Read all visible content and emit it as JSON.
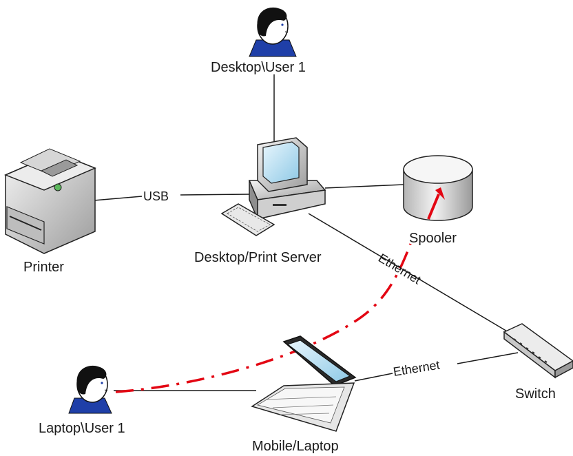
{
  "nodes": {
    "desktop_user": {
      "label": "Desktop\\User 1"
    },
    "print_server": {
      "label": "Desktop/Print Server"
    },
    "printer": {
      "label": "Printer"
    },
    "spooler": {
      "label": "Spooler"
    },
    "switch": {
      "label": "Switch"
    },
    "laptop": {
      "label": "Mobile/Laptop"
    },
    "laptop_user": {
      "label": "Laptop\\User 1"
    }
  },
  "edges": {
    "usb": {
      "label": "USB"
    },
    "ethernet_server_switch": {
      "label": "Ethernet"
    },
    "ethernet_laptop_switch": {
      "label": "Ethernet"
    }
  },
  "colors": {
    "line": "#1a1a1a",
    "print_path": "#e30613",
    "device_body": "#d9d9d9",
    "screen": "#bfe3f5",
    "hair": "#111111",
    "shirt": "#1f3fa8"
  }
}
